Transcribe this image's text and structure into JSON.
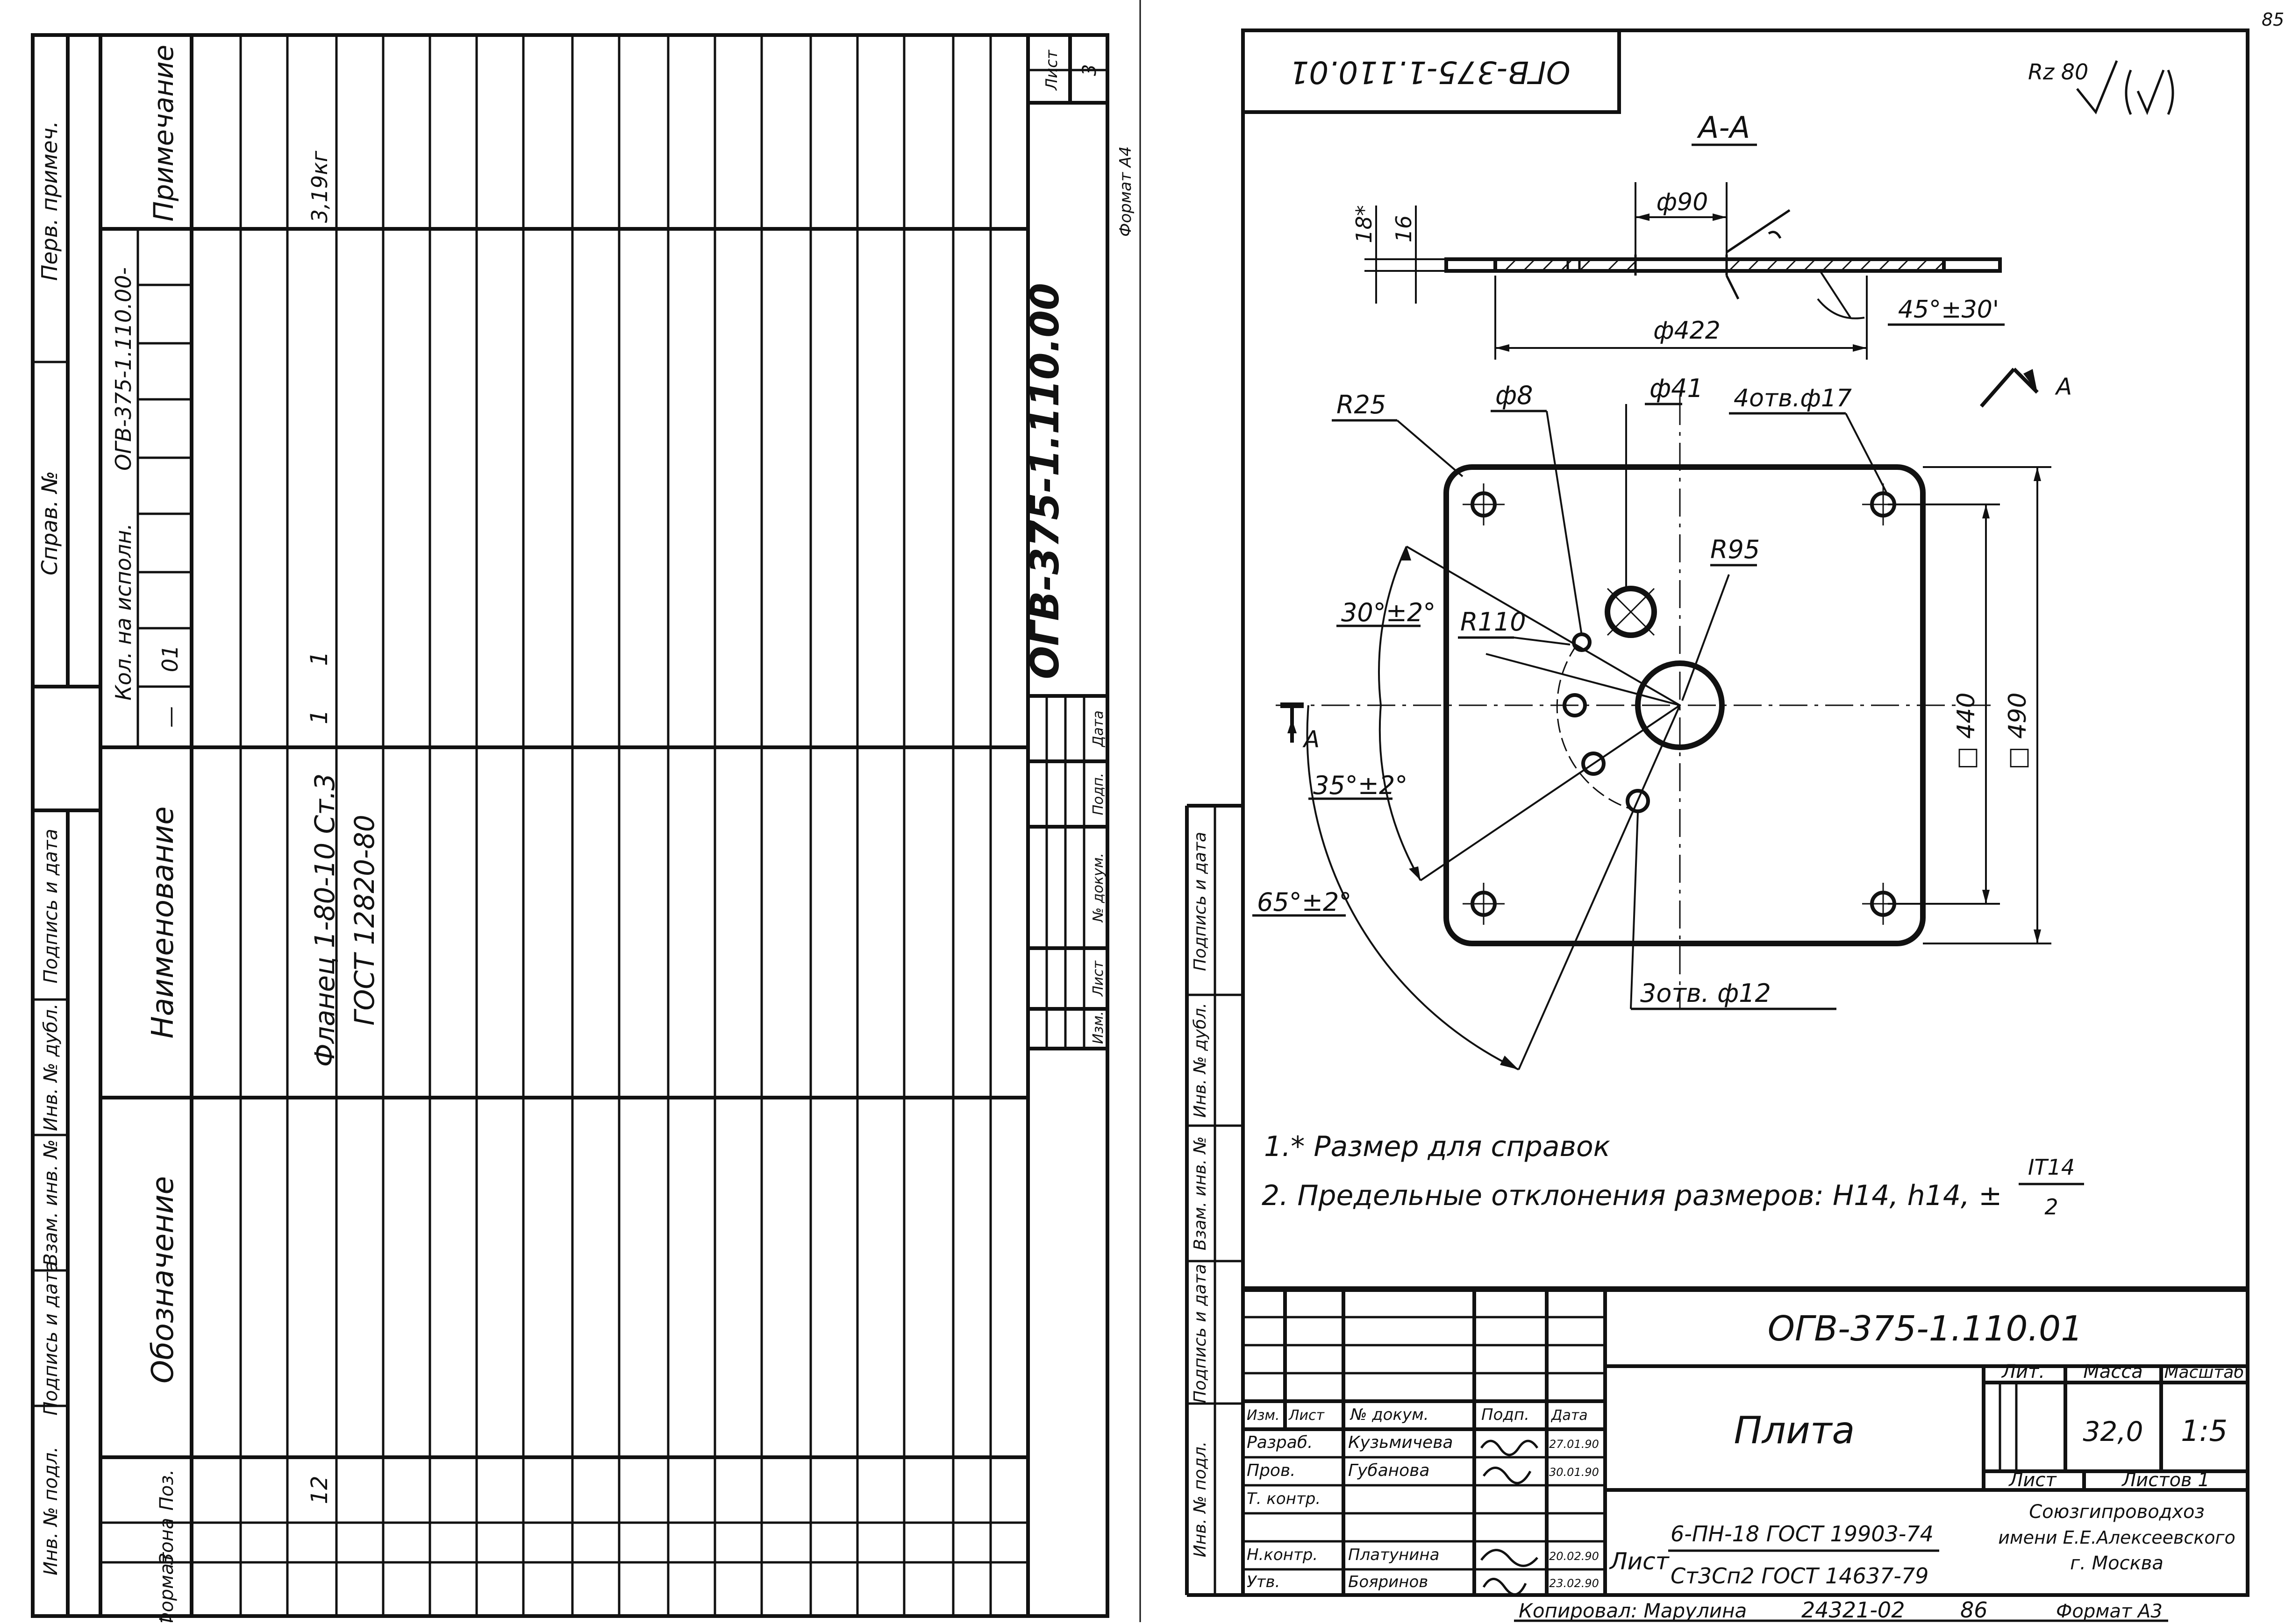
{
  "page_number": "85",
  "spec_sheet": {
    "side_labels": {
      "perv_primech": "Перв. примеч.",
      "sprav_no": "Справ. №",
      "podpis_data": "Подпись и дата",
      "inv_dubl": "Инв. № дубл.",
      "vzam_inv": "Взам. инв. №",
      "podpis_data2": "Подпись и дата",
      "inv_podl": "Инв. № подл."
    },
    "columns": {
      "format": "Формат",
      "zona": "Зона",
      "poz": "Поз.",
      "oboznachenie": "Обозначение",
      "naimenovanie": "Наименование",
      "kol_isp": "Кол. на исполн.",
      "kol_isp_code": "ОГВ-375-1.110.00-",
      "variant": "01",
      "dash": "—",
      "primechanie": "Примечание"
    },
    "row": {
      "poz": "12",
      "name_line1": "Фланец 1-80-10 Ст.3",
      "name_line2": "ГОСТ 12820-80",
      "qty1": "1",
      "qty2": "1",
      "note": "3,19кг"
    },
    "title_block": {
      "code": "ОГВ-375-1.110.00",
      "list_label": "Лист",
      "list_number": "3",
      "izm": "Изм.",
      "list": "Лист",
      "ndokum": "№ докум.",
      "podp": "Подп.",
      "data": "Дата"
    },
    "format": "Формат А4"
  },
  "drawing": {
    "code_rotated": "ОГВ-375-1.110.01",
    "roughness": "Rz 80",
    "section_label": "А-А",
    "section_arrow": "А",
    "dims": {
      "d90": "ф90",
      "d422": "ф422",
      "h18": "18*",
      "h16": "16",
      "angle45": "45°±30'",
      "r25": "R25",
      "d8": "ф8",
      "d41": "ф41",
      "holes4": "4отв.ф17",
      "r95": "R95",
      "r110": "R110",
      "angle30": "30°±2°",
      "angle35": "35°±2°",
      "angle65": "65°±2°",
      "holes3": "3отв. ф12",
      "sq440": "□ 440",
      "sq490": "□ 490"
    },
    "notes": {
      "n1": "1.* Размер для справок",
      "n2": "2. Предельные отклонения размеров: H14, h14, ±",
      "frac_num": "IT14",
      "frac_den": "2"
    },
    "side_labels": {
      "podpis_data": "Подпись и дата",
      "inv_dubl": "Инв. № дубл.",
      "vzam_inv": "Взам. инв. №",
      "podpis_data2": "Подпись и дата",
      "inv_podl": "Инв. № подл."
    },
    "title_block": {
      "code": "ОГВ-375-1.110.01",
      "name": "Плита",
      "izm": "Изм.",
      "list": "Лист",
      "ndokum": "№ докум.",
      "podp": "Подп.",
      "data": "Дата",
      "razrab": "Разраб.",
      "razrab_name": "Кузьмичева",
      "razrab_date": "27.01.90",
      "prov": "Пров.",
      "prov_name": "Губанова",
      "prov_date": "30.01.90",
      "tkontr": "Т. контр.",
      "nkontr": "Н.контр.",
      "nkontr_name": "Платунина",
      "nkontr_date": "20.02.90",
      "utv": "Утв.",
      "utv_name": "Бояринов",
      "utv_date": "23.02.90",
      "material_label": "Лист",
      "material_line1": "6-ПН-18 ГОСТ 19903-74",
      "material_line2": "Ст3Сп2 ГОСТ 14637-79",
      "lit": "Лит.",
      "massa": "Масса",
      "masshtab": "Масштаб",
      "massa_value": "32,0",
      "scale_value": "1:5",
      "sheet_label": "Лист",
      "sheets_label": "Листов 1",
      "org_line1": "Союзгипроводхоз",
      "org_line2": "имени Е.Е.Алексеевского",
      "org_line3": "г. Москва"
    },
    "footer": {
      "copied": "Копировал: Марулина",
      "order": "24321-02",
      "page": "86",
      "format": "Формат А3"
    }
  }
}
